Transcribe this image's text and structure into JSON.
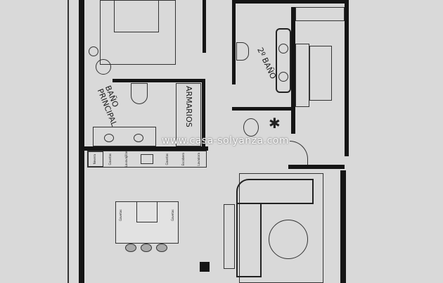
{
  "plan": {
    "rooms": {
      "master_bath": "BAÑO PRINCIPAL",
      "closets": "ARMARIOS",
      "second_bath": "2º BAÑO"
    },
    "kitchen_units": [
      "Nevera",
      "Gavetas",
      "Lavavajillas",
      "Gavetas",
      "Escobero",
      "Lavadora"
    ],
    "island_units": [
      "Gavetas",
      "Gavetas"
    ],
    "watermark": "www.casa-solyanza.com"
  }
}
